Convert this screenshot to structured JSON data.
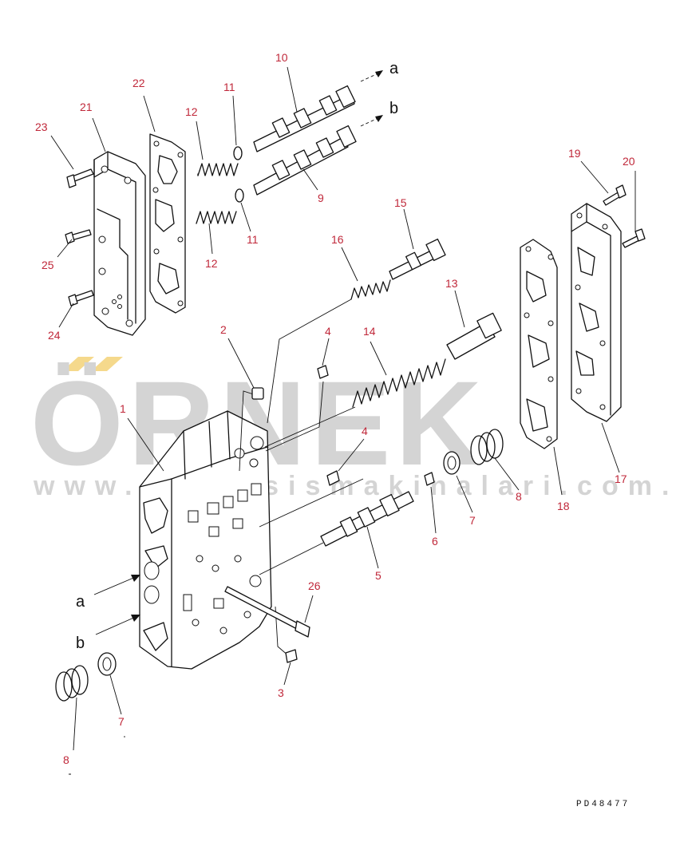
{
  "colors": {
    "callout": "#c0283a",
    "line": "#111111",
    "watermark": "#d4d4d4",
    "watermark_accent": "#f5d98c"
  },
  "watermark": {
    "brand": "ÖRNEK",
    "url": "www.operasismakinalari.com.tr"
  },
  "drawing_code": "PD48477",
  "arrow_labels": {
    "a": "a",
    "b": "b"
  },
  "callouts": {
    "c1": "1",
    "c2": "2",
    "c3": "3",
    "c4a": "4",
    "c4b": "4",
    "c5": "5",
    "c6": "6",
    "c7a": "7",
    "c7b": "7",
    "c8a": "8",
    "c8b": "8",
    "c9": "9",
    "c10": "10",
    "c11a": "11",
    "c11b": "11",
    "c12a": "12",
    "c12b": "12",
    "c13": "13",
    "c14": "14",
    "c15": "15",
    "c16": "16",
    "c17": "17",
    "c18": "18",
    "c19": "19",
    "c20": "20",
    "c21": "21",
    "c22": "22",
    "c23": "23",
    "c24": "24",
    "c25": "25",
    "c26": "26"
  }
}
